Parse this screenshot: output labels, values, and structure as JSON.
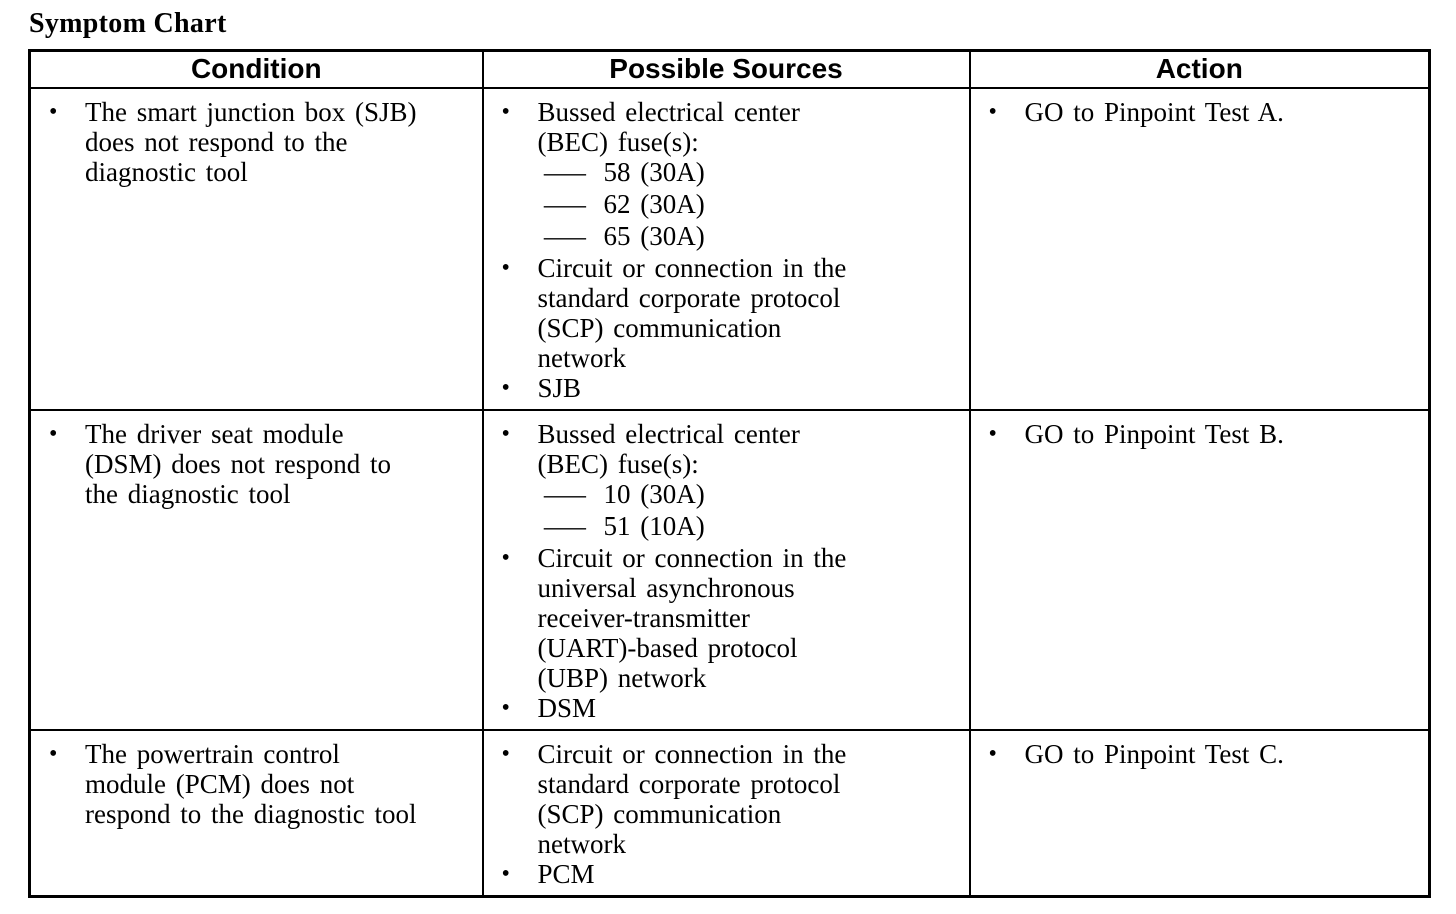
{
  "title": "Symptom Chart",
  "glyphs": {
    "bullet": "•",
    "dash": "—"
  },
  "colors": {
    "text": "#000000",
    "background": "#ffffff",
    "border": "#000000"
  },
  "table": {
    "headers": [
      "Condition",
      "Possible Sources",
      "Action"
    ],
    "rows": [
      {
        "condition": [
          {
            "lines": [
              "The smart junction box (SJB)",
              "does not respond to the",
              "diagnostic tool"
            ]
          }
        ],
        "sources": [
          {
            "lines": [
              "Bussed electrical center",
              "(BEC) fuse(s):"
            ],
            "sub": [
              "58 (30A)",
              "62 (30A)",
              "65 (30A)"
            ]
          },
          {
            "lines": [
              "Circuit or connection in the",
              "standard corporate protocol",
              "(SCP) communication",
              "network"
            ]
          },
          {
            "lines": [
              "SJB"
            ]
          }
        ],
        "action": [
          {
            "lines": [
              "GO to Pinpoint Test A."
            ]
          }
        ]
      },
      {
        "condition": [
          {
            "lines": [
              "The driver seat module",
              "(DSM) does not respond to",
              "the diagnostic tool"
            ]
          }
        ],
        "sources": [
          {
            "lines": [
              "Bussed electrical center",
              "(BEC) fuse(s):"
            ],
            "sub": [
              "10 (30A)",
              "51 (10A)"
            ]
          },
          {
            "lines": [
              "Circuit or connection in the",
              "universal asynchronous",
              "receiver-transmitter",
              "(UART)-based protocol",
              "(UBP) network"
            ]
          },
          {
            "lines": [
              "DSM"
            ]
          }
        ],
        "action": [
          {
            "lines": [
              "GO to Pinpoint Test B."
            ]
          }
        ]
      },
      {
        "condition": [
          {
            "lines": [
              "The powertrain control",
              "module (PCM) does not",
              "respond to the diagnostic tool"
            ]
          }
        ],
        "sources": [
          {
            "lines": [
              "Circuit or connection in the",
              "standard corporate protocol",
              "(SCP) communication",
              "network"
            ]
          },
          {
            "lines": [
              "PCM"
            ]
          }
        ],
        "action": [
          {
            "lines": [
              "GO to Pinpoint Test C."
            ]
          }
        ]
      }
    ]
  }
}
